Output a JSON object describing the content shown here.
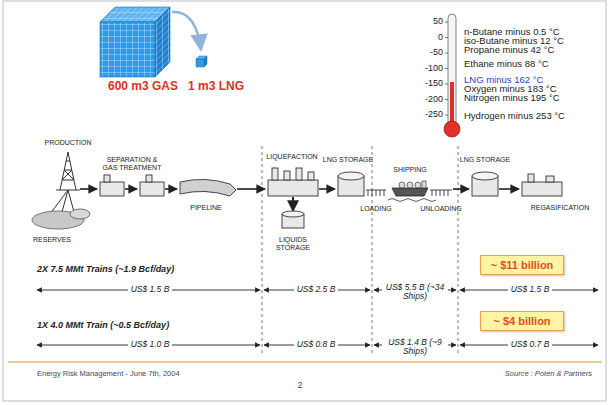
{
  "diagram": {
    "nodes": [
      {
        "text": [
          "~ $11 billion"
        ]
      },
      {
        "text": [
          "~ $4 billion"
        ]
      }
    ],
    "labels": [
      "600 m3 GAS",
      "1 m3 LNG",
      "50",
      "0",
      "-50",
      "-100",
      "-150",
      "-200",
      "-250",
      "n-Butane minus 0.5 °C",
      "iso-Butane minus 12 °C",
      "Propane minus 42 °C",
      "Ethane minus 88 °C",
      "LNG minus 162 °C",
      "Oxygen minus 183 °C",
      "Nitrogen minus 195 °C",
      "Hydrogen minus 253 °C",
      "PRODUCTION",
      "RESERVES",
      "SEPARATION & GAS TREATMENT",
      "PIPELINE",
      "LIQUEFACTION",
      "LIQUIDS STORAGE",
      "LNG STORAGE",
      "SHIPPING",
      "LOADING",
      "UNLOADING",
      "LNG STORAGE",
      "REGASIFICATION",
      "2X 7.5 MMt Trains (~1.9 Bcf/day)",
      "US$ 1.5 B",
      "US$ 2.5 B",
      "US$ 5.5 B (~34 Ships)",
      "US$ 1.5 B",
      "1X 4.0 MMt Train (~0.5 Bcf/day)",
      "US$ 1.0 B",
      "US$ 0.8 B",
      "US$ 1.4 B (~9 Ships)",
      "US$ 0.7 B",
      "Energy Risk Management - June 7th, 2004",
      "2",
      "Source : Poten & Partners"
    ]
  }
}
